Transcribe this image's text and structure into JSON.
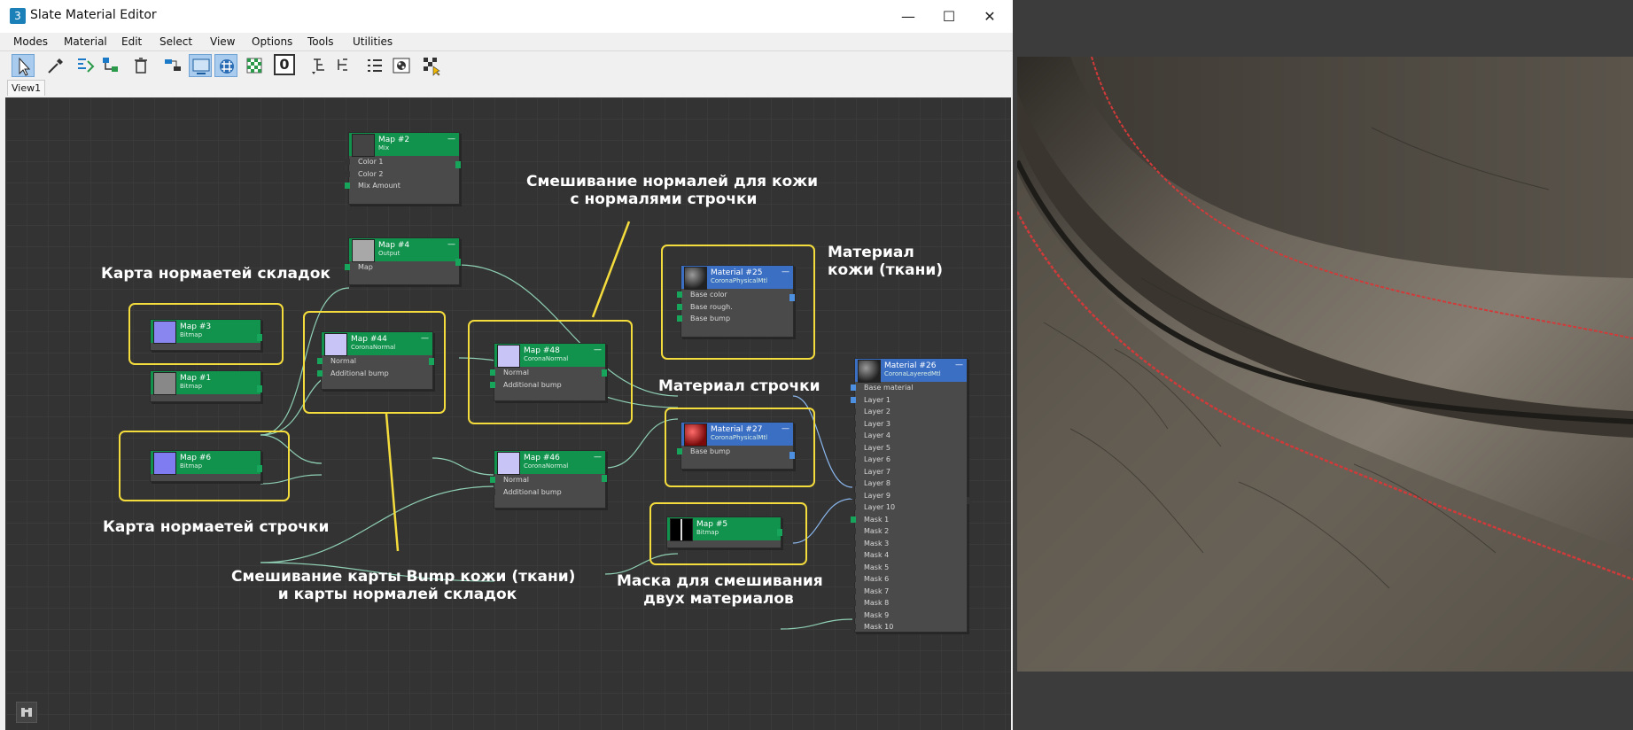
{
  "window": {
    "title": "Slate Material Editor",
    "app_icon": "3",
    "minimize": "—",
    "maximize": "☐",
    "close": "✕"
  },
  "menu": [
    "Modes",
    "Material",
    "Edit",
    "Select",
    "View",
    "Options",
    "Tools",
    "Utilities"
  ],
  "toolbar": {
    "zero_label": "0"
  },
  "tab": "View1",
  "colors": {
    "map_header": "#12934d",
    "material_header": "#3b6fc4",
    "highlight": "#f4dc3d",
    "wire": "#8fd0b5"
  },
  "nodes": {
    "map2": {
      "title": "Map #2",
      "type": "Mix",
      "slots": [
        "Color 1",
        "Color 2",
        "Mix Amount"
      ]
    },
    "map4": {
      "title": "Map #4",
      "type": "Output",
      "slots": [
        "Map"
      ]
    },
    "map3": {
      "title": "Map #3",
      "type": "Bitmap"
    },
    "map1": {
      "title": "Map #1",
      "type": "Bitmap"
    },
    "map6": {
      "title": "Map #6",
      "type": "Bitmap"
    },
    "map44": {
      "title": "Map #44",
      "type": "CoronaNormal",
      "slots": [
        "Normal",
        "Additional bump"
      ]
    },
    "map48": {
      "title": "Map #48",
      "type": "CoronaNormal",
      "slots": [
        "Normal",
        "Additional bump"
      ]
    },
    "map46": {
      "title": "Map #46",
      "type": "CoronaNormal",
      "slots": [
        "Normal",
        "Additional bump"
      ]
    },
    "mat25": {
      "title": "Material #25",
      "type": "CoronaPhysicalMtl",
      "slots": [
        "Base color",
        "Base rough.",
        "Base bump"
      ]
    },
    "mat27": {
      "title": "Material #27",
      "type": "CoronaPhysicalMtl",
      "slots": [
        "Base bump"
      ]
    },
    "map5": {
      "title": "Map #5",
      "type": "Bitmap"
    },
    "mat26": {
      "title": "Material #26",
      "type": "CoronaLayeredMtl",
      "slots": [
        "Base material",
        "Layer 1",
        "Layer 2",
        "Layer 3",
        "Layer 4",
        "Layer 5",
        "Layer 6",
        "Layer 7",
        "Layer 8",
        "Layer 9",
        "Layer 10",
        "Mask 1",
        "Mask 2",
        "Mask 3",
        "Mask 4",
        "Mask 5",
        "Mask 6",
        "Mask 7",
        "Mask 8",
        "Mask 9",
        "Mask 10"
      ]
    }
  },
  "annotations": {
    "fold_normals": "Карта нормаетей складок",
    "stitch_normals": "Карта нормаетей строчки",
    "mix_normals_1": "Смешивание нормалей для кожи",
    "mix_normals_2": "с нормалями строчки",
    "leather_mtl_1": "Материал",
    "leather_mtl_2": "кожи (ткани)",
    "stitch_mtl": "Материал строчки",
    "bump_mix_1": "Смешивание карты Bump кожи (ткани)",
    "bump_mix_2": "и карты нормалей складок",
    "mask_1": "Маска для смешивания",
    "mask_2": "двух материалов"
  }
}
